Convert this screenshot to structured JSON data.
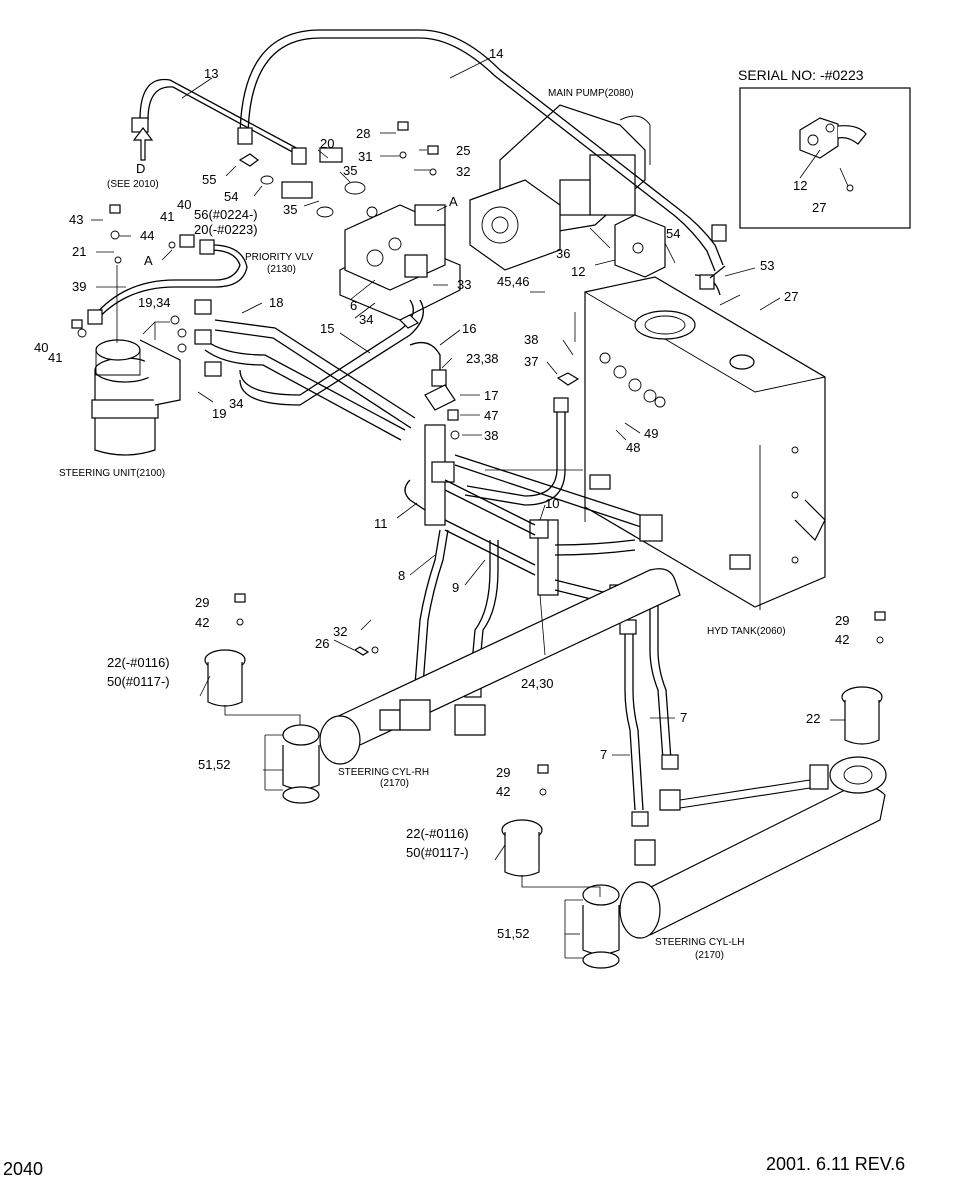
{
  "page": {
    "number": "2040",
    "date_rev": "2001. 6.11  REV.6"
  },
  "inset": {
    "title": "SERIAL NO: -#0223",
    "labels": [
      "12",
      "27"
    ]
  },
  "components": {
    "main_pump": "MAIN PUMP(2080)",
    "priority_valve": "PRIORITY VLV",
    "priority_valve_ref": "(2130)",
    "steering_unit": "STEERING UNIT(2100)",
    "hyd_tank": "HYD TANK(2060)",
    "steering_cyl_rh": "STEERING CYL-RH",
    "steering_cyl_rh_ref": "(2170)",
    "steering_cyl_lh": "STEERING CYL-LH",
    "steering_cyl_lh_ref": "(2170)",
    "see_ref_letter": "D",
    "see_ref": "(SEE 2010)"
  },
  "callouts": {
    "c13": "13",
    "c14": "14",
    "c20": "20",
    "c28": "28",
    "c25": "25",
    "c31": "31",
    "c32a": "32",
    "c35a": "35",
    "c55": "55",
    "c54a": "54",
    "c56": "56(#0224-)",
    "c20b": "20(-#0223)",
    "c35b": "35",
    "cA1": "A",
    "cA2": "A",
    "c40a": "40",
    "c41a": "41",
    "c43": "43",
    "c44": "44",
    "c21": "21",
    "c39": "39",
    "c6": "6",
    "c33": "33",
    "c34a": "34",
    "c18": "18",
    "c1934a": "19,34",
    "c15": "15",
    "c16": "16",
    "c2338": "23,38",
    "c17": "17",
    "c47": "47",
    "c38a": "38",
    "c40b": "40",
    "c41b": "41",
    "c19b": "19",
    "c34b": "34",
    "c36": "36",
    "c12": "12",
    "c54b": "54",
    "c53": "53",
    "c27": "27",
    "c4546": "45,46",
    "c38b": "38",
    "c37": "37",
    "c49": "49",
    "c48": "48",
    "c11": "11",
    "c10": "10",
    "c8": "8",
    "c9": "9",
    "c2430": "24,30",
    "c32b": "32",
    "c26": "26",
    "c29a": "29",
    "c42a": "42",
    "c22a": "22(-#0116)",
    "c50a": "50(#0117-)",
    "c5152a": "51,52",
    "c7a": "7",
    "c7b": "7",
    "c29b": "29",
    "c42b": "42",
    "c22b": "22(-#0116)",
    "c50b": "50(#0117-)",
    "c5152b": "51,52",
    "c29c": "29",
    "c42c": "42",
    "c22c": "22"
  }
}
